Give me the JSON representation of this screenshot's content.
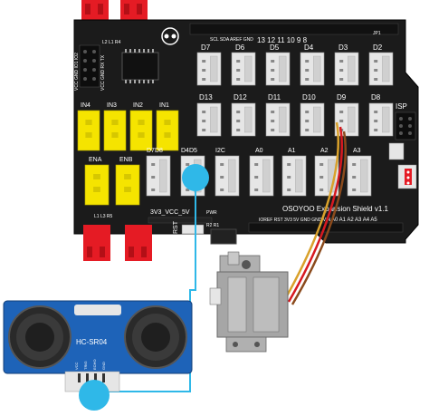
{
  "board": {
    "title": "OSOYOO Expansion Shield v1.1",
    "top_header_labels": [
      "SCL",
      "SDA",
      "AREF",
      "GND",
      "13",
      "12",
      "11",
      "10",
      "9",
      "8"
    ],
    "jp1": "JP1",
    "digital_top": [
      "D7",
      "D6",
      "D5",
      "D4",
      "D3",
      "D2"
    ],
    "digital_mid": [
      "D13",
      "D12",
      "D11",
      "D10",
      "D9",
      "D8"
    ],
    "isp": "ISP",
    "in_labels": [
      "IN4",
      "IN3",
      "IN2",
      "IN1"
    ],
    "en_labels": [
      "ENA",
      "ENB"
    ],
    "bottom_group": [
      "D7D8",
      "D4D5",
      "I2C",
      "A0",
      "A1",
      "A2",
      "A3"
    ],
    "power_label": "3V3_VCC_5V",
    "pwr": "PWR",
    "rst": "RST",
    "bottom_header": "IOREF RST 3V3 5V GND GND VIN",
    "analog_header": [
      "A0",
      "A1",
      "A2",
      "A3",
      "A4",
      "A5"
    ],
    "left_vertical_1": "VCC GND RX TX",
    "left_vertical_2": "VCC GND IO1 IO2",
    "led_labels_top": [
      "L2",
      "L1",
      "R4"
    ],
    "led_labels_bottom": [
      "L1",
      "L3",
      "R5"
    ],
    "small_labels": [
      "R2",
      "R1"
    ]
  },
  "sensor": {
    "label": "HC-SR04",
    "pins": [
      "VCC",
      "TRIG",
      "ECHO",
      "GND"
    ]
  },
  "colors": {
    "board": "#1a1a1a",
    "connector_yellow": "#f5e400",
    "connector_white": "#e6e6e6",
    "header_red": "#e51b24",
    "sensor_blue": "#1e63b8",
    "wire_cyan": "#2fb8e8",
    "servo_gray": "#9a9a9a"
  }
}
